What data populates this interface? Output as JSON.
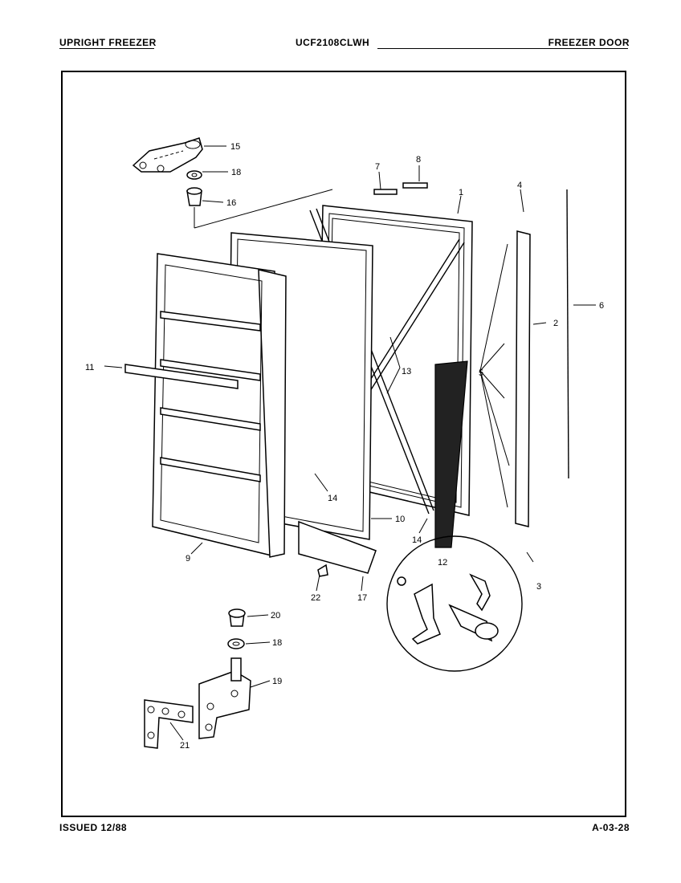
{
  "header": {
    "left": "UPRIGHT FREEZER",
    "center": "UCF2108CLWH",
    "right": "FREEZER DOOR"
  },
  "footer": {
    "left": "ISSUED 12/88",
    "right": "A-03-28"
  },
  "callouts": {
    "c1": "1",
    "c2": "2",
    "c3": "3",
    "c4": "4",
    "c5": "5",
    "c6": "6",
    "c7": "7",
    "c8": "8",
    "c9": "9",
    "c10": "10",
    "c11": "11",
    "c12": "12",
    "c13": "13",
    "c14a": "14",
    "c14b": "14",
    "c15": "15",
    "c16": "16",
    "c17": "17",
    "c18a": "18",
    "c18b": "18",
    "c19": "19",
    "c20": "20",
    "c21": "21",
    "c22": "22"
  }
}
